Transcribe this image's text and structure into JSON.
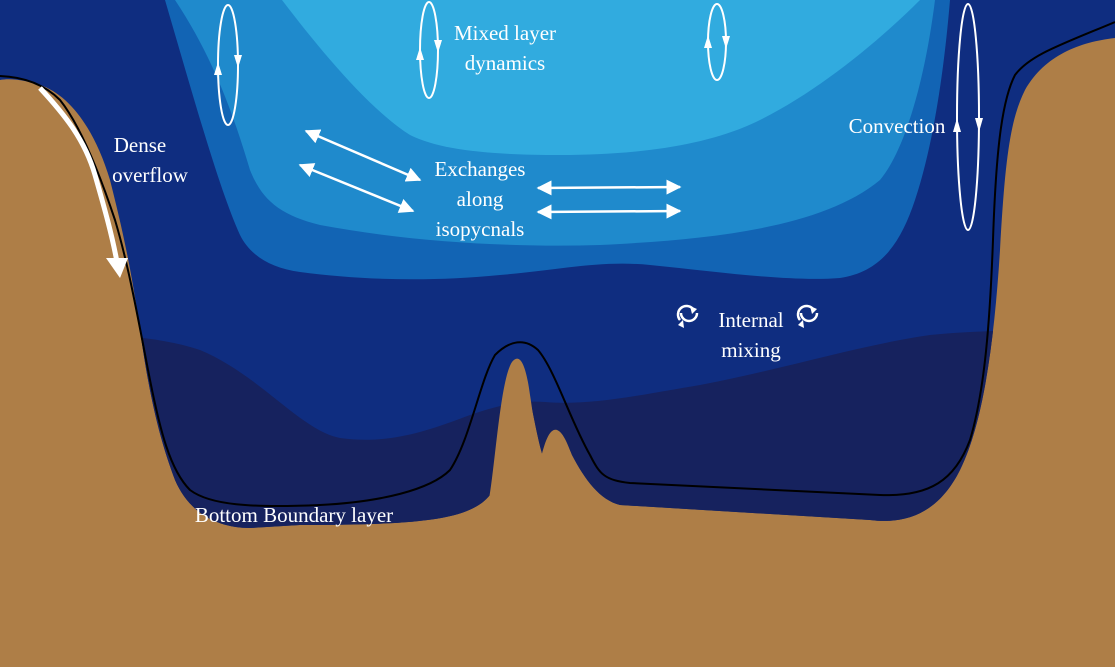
{
  "labels": {
    "mixed_layer_1": "Mixed layer",
    "mixed_layer_2": "dynamics",
    "dense_1": "Dense",
    "dense_2": "overflow",
    "exchanges_1": "Exchanges",
    "exchanges_2": "along",
    "exchanges_3": "isopycnals",
    "convection": "Convection",
    "internal_1": "Internal",
    "internal_2": "mixing",
    "bbl": "Bottom Boundary layer"
  },
  "colors": {
    "sediment": "#ae7e47",
    "deep_ocean": "#0f2d80",
    "mid_layer": "#1264b4",
    "upper_layer": "#1f8acc",
    "surface_layer": "#31abdf",
    "bottom_layer": "#16225e",
    "arrows": "#ffffff",
    "outline": "#000000"
  }
}
